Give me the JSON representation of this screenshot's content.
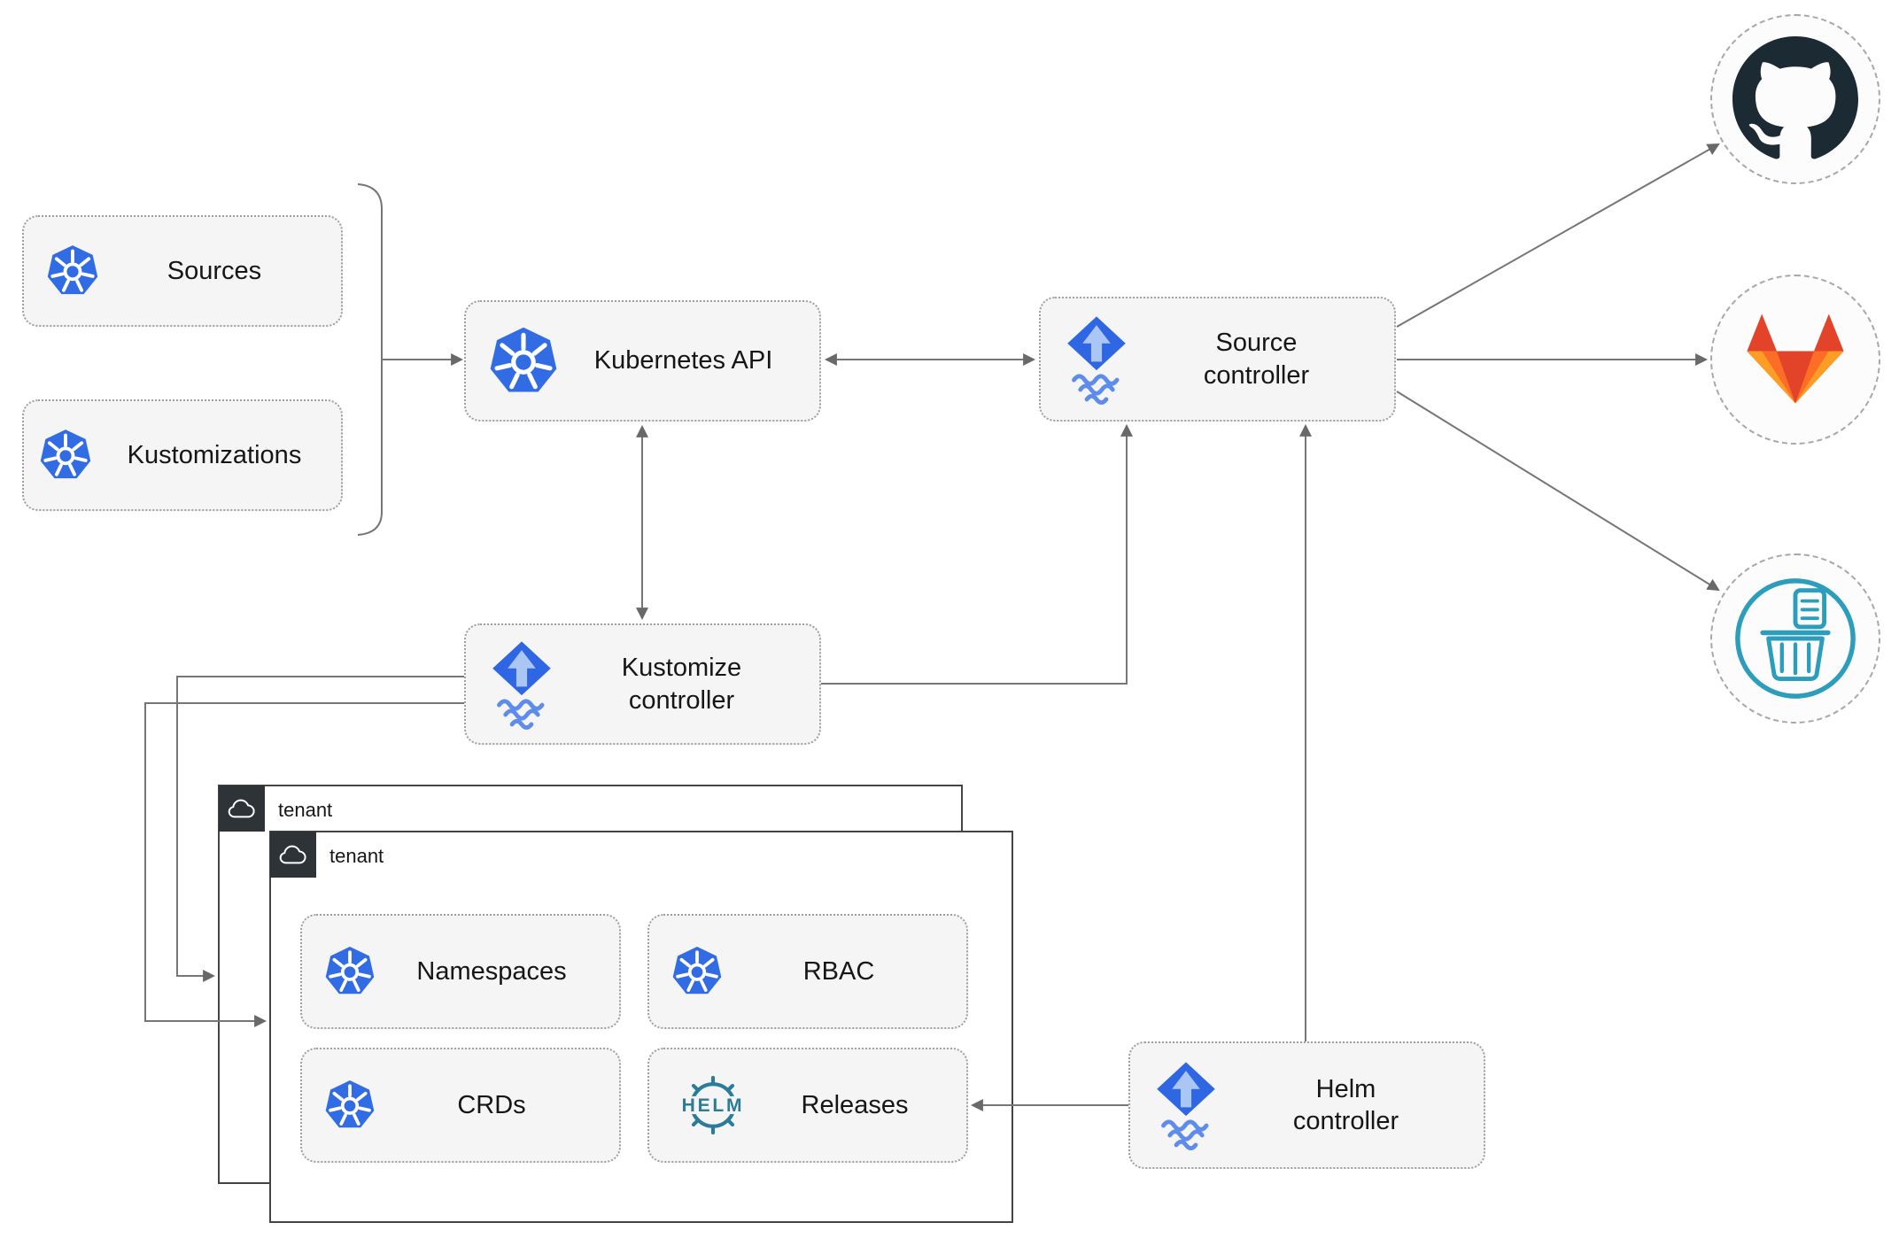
{
  "nodes": {
    "sources": {
      "label": "Sources"
    },
    "kustomizations": {
      "label": "Kustomizations"
    },
    "kubernetes_api": {
      "label": "Kubernetes API"
    },
    "source_controller": {
      "line1": "Source",
      "line2": "controller"
    },
    "kustomize_controller": {
      "line1": "Kustomize",
      "line2": "controller"
    },
    "helm_controller": {
      "line1": "Helm",
      "line2": "controller"
    },
    "namespaces": {
      "label": "Namespaces"
    },
    "rbac": {
      "label": "RBAC"
    },
    "crds": {
      "label": "CRDs"
    },
    "releases": {
      "label": "Releases"
    }
  },
  "tenants": {
    "back": "tenant",
    "front": "tenant"
  },
  "icons": {
    "kubernetes": "kubernetes-logo",
    "flux": "flux-logo",
    "github": "github-logo",
    "gitlab": "gitlab-logo",
    "bucket": "storage-bucket",
    "helm": "helm-wheel",
    "cloud": "cloud",
    "helm_text": "HELM"
  },
  "colors": {
    "kubernetes_blue": "#326CE5",
    "flux_blue": "#2F66E3",
    "flux_light_blue": "#AAC6F5",
    "flux_wave_blue": "#5E8CEC",
    "github_dark": "#1B2A33",
    "gitlab_red": "#E24329",
    "gitlab_orange": "#FC6D26",
    "gitlab_yellow": "#FCA326",
    "helm_teal": "#2C7C99",
    "bucket_teal": "#2D9DBC",
    "line_gray": "#696969",
    "node_background": "#F5F5F5",
    "tenant_tab_dark": "#2E3338"
  },
  "edges": [
    {
      "from": "sources-kustomizations-group",
      "to": "kubernetes-api",
      "type": "arrow"
    },
    {
      "from": "kubernetes-api",
      "to": "source-controller",
      "type": "bidirectional"
    },
    {
      "from": "kubernetes-api",
      "to": "kustomize-controller",
      "type": "bidirectional"
    },
    {
      "from": "kustomize-controller",
      "to": "source-controller",
      "type": "arrow"
    },
    {
      "from": "kustomize-controller",
      "to": "tenant-back",
      "type": "arrow"
    },
    {
      "from": "kustomize-controller",
      "to": "tenant-front",
      "type": "arrow"
    },
    {
      "from": "helm-controller",
      "to": "source-controller",
      "type": "arrow"
    },
    {
      "from": "helm-controller",
      "to": "releases",
      "type": "arrow"
    },
    {
      "from": "source-controller",
      "to": "github",
      "type": "arrow"
    },
    {
      "from": "source-controller",
      "to": "gitlab",
      "type": "arrow"
    },
    {
      "from": "source-controller",
      "to": "bucket",
      "type": "arrow"
    }
  ]
}
